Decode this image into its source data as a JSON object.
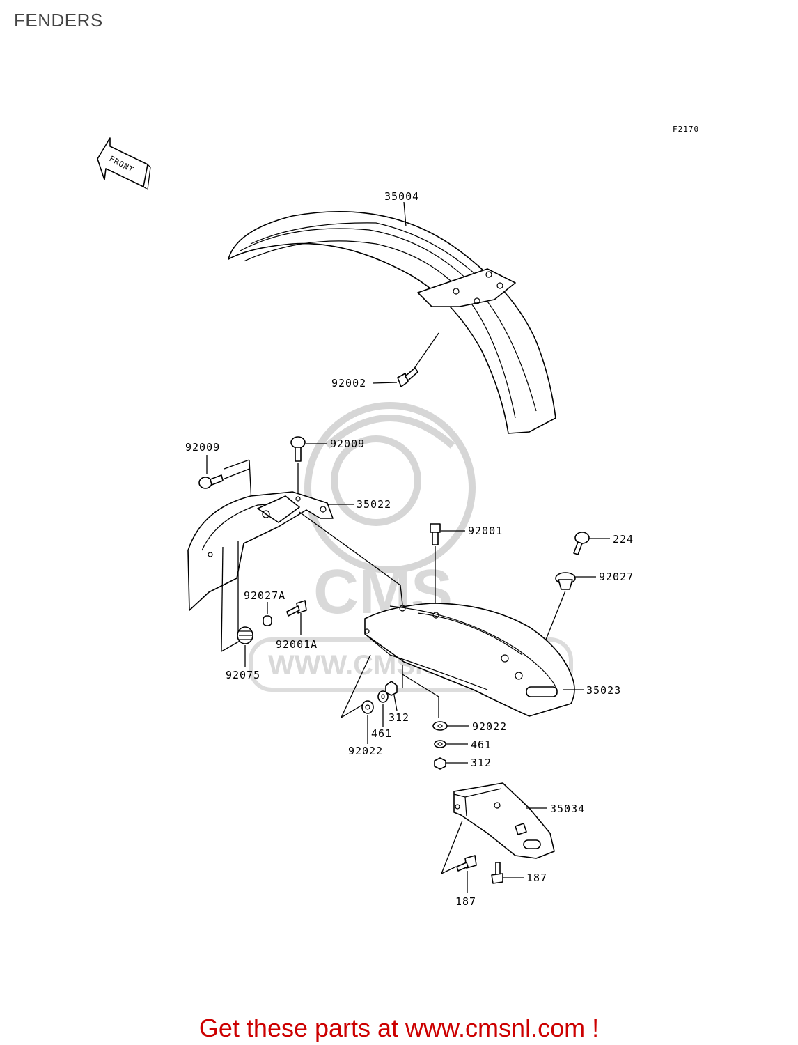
{
  "title": "FENDERS",
  "figure_ref": "F2170",
  "front_label": "FRONT",
  "watermark": {
    "logo": "CMS",
    "url": "WWW.CMSNL.COM"
  },
  "parts": {
    "p35004": "35004",
    "p92002": "92002",
    "p92009_left": "92009",
    "p92009_top": "92009",
    "p35022": "35022",
    "p92001": "92001",
    "p224": "224",
    "p92027": "92027",
    "p92027A": "92027A",
    "p92001A": "92001A",
    "p92075": "92075",
    "p35023": "35023",
    "p312_left": "312",
    "p461_left": "461",
    "p92022_left": "92022",
    "p92022_right": "92022",
    "p461_right": "461",
    "p312_right": "312",
    "p35034": "35034",
    "p187_right": "187",
    "p187_left": "187"
  },
  "footer": "Get these parts at www.cmsnl.com !"
}
